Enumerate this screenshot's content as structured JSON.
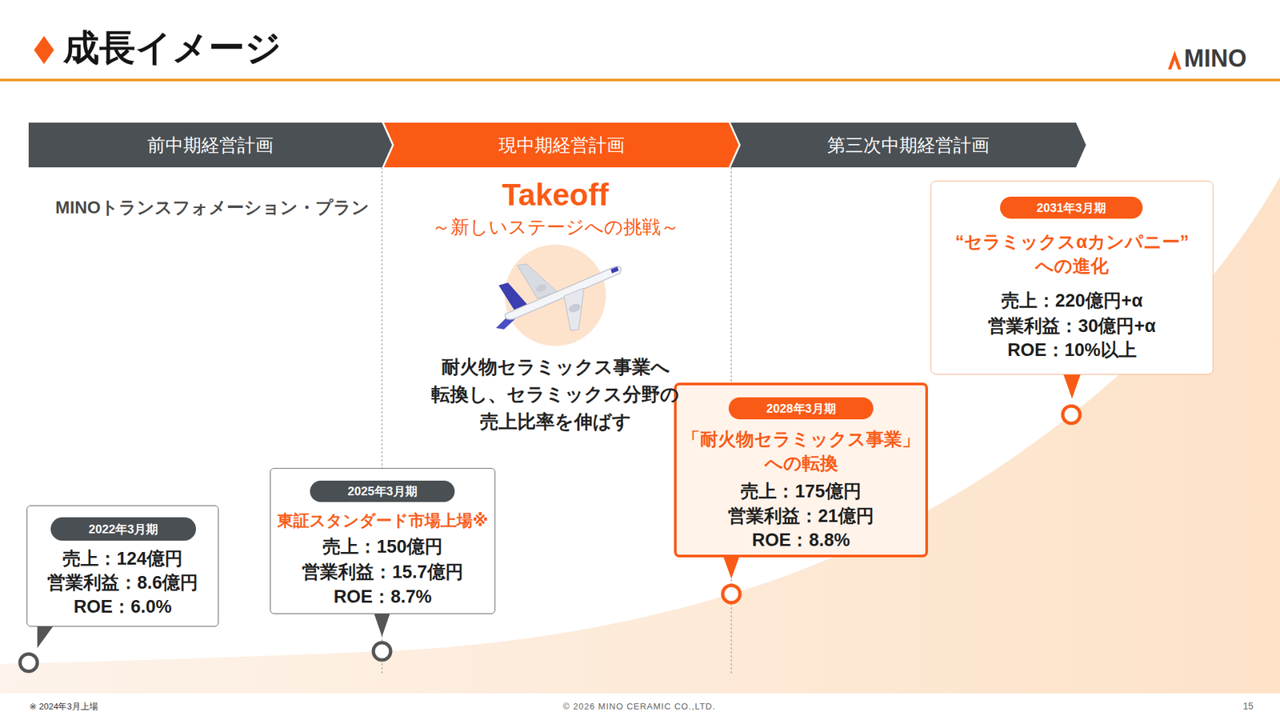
{
  "diagram": {
    "title": "成長イメージ",
    "nodes": [
      {
        "text": [
          "前中期経営計画"
        ]
      },
      {
        "text": [
          "現中期経営計画"
        ]
      },
      {
        "text": [
          "第三次中期経営計画"
        ]
      },
      {
        "text": [
          "売上：124億円",
          "営業利益：8.6億円",
          "ROE：6.0%"
        ]
      },
      {
        "text": [
          "2022年3月期"
        ],
        "in": 3
      },
      {
        "text": [
          "東証スタンダード市場上場※",
          "売上：150億円",
          "営業利益：15.7億円",
          "ROE：8.7%"
        ]
      },
      {
        "text": [
          "2025年3月期"
        ],
        "in": 5
      },
      {
        "text": [
          "「耐火物セラミックス事業」 への転換",
          "売上：175億円",
          "営業利益：21億円",
          "ROE：8.8%"
        ]
      },
      {
        "text": [
          "2028年3月期"
        ],
        "in": 7
      },
      {
        "text": [
          "“セラミックスαカンパニー” への進化",
          "売上：220億円+α",
          "営業利益：30億円+α",
          "ROE：10%以上"
        ]
      },
      {
        "text": [
          "2031年3月期"
        ],
        "in": 9
      }
    ],
    "labels": [
      "MINO",
      "MINOトランスフォメーション・プラン",
      "Takeoff",
      "～新しいステージへの挑戦～",
      "耐火物セラミックス事業へ 転換し、セラミックス分野の 売上比率を伸ばす",
      "※ 2024年3月上場",
      "© 2026 MINO CERAMIC CO.,LTD.",
      "15"
    ]
  }
}
